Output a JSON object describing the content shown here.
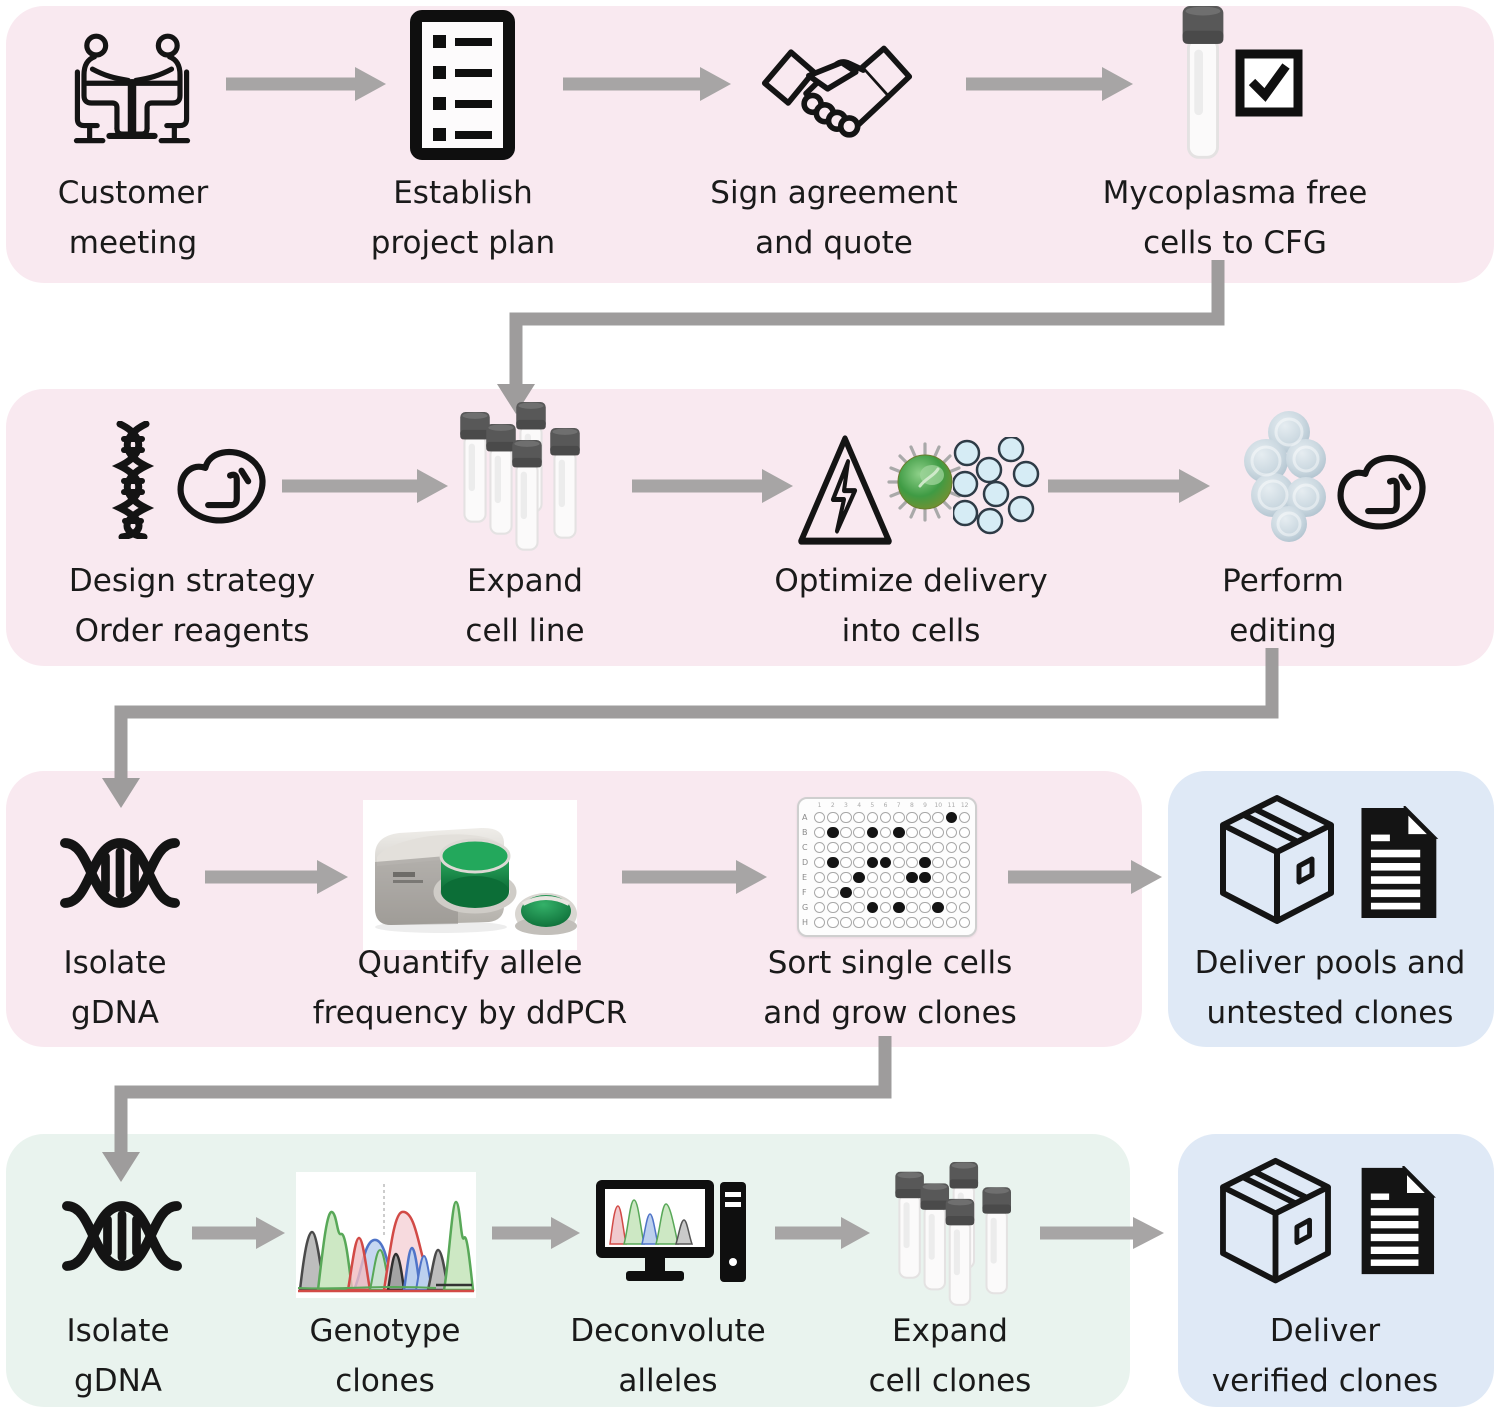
{
  "colors": {
    "panel_pink": "#f9e9f0",
    "panel_green": "#e9f3ee",
    "panel_blue": "#dfe9f6",
    "arrow_gray": "#a7a5a5",
    "elbow_gray": "#9e9c9c",
    "text": "#1a1a1a",
    "machine_green": "#18964e",
    "virus_green": "#4f9b3c",
    "lipid_blue": "#d6ecf5",
    "cell_gray_blue": "#c5d3dc"
  },
  "steps": {
    "customer_meeting": {
      "line1": "Customer",
      "line2": "meeting"
    },
    "establish_plan": {
      "line1": "Establish",
      "line2": "project plan"
    },
    "sign_agreement": {
      "line1": "Sign agreement",
      "line2": "and quote"
    },
    "mycoplasma": {
      "line1": "Mycoplasma free",
      "line2": "cells to CFG"
    },
    "design_strategy": {
      "line1": "Design strategy",
      "line2": "Order reagents"
    },
    "expand_cell_line": {
      "line1": "Expand",
      "line2": "cell line"
    },
    "optimize_delivery": {
      "line1": "Optimize delivery",
      "line2": "into cells"
    },
    "perform_editing": {
      "line1": "Perform",
      "line2": "editing"
    },
    "isolate_gdna_1": {
      "line1": "Isolate",
      "line2": "gDNA"
    },
    "quantify_allele": {
      "line1": "Quantify allele",
      "line2": "frequency by ddPCR"
    },
    "sort_single_cells": {
      "line1": "Sort single cells",
      "line2": "and grow clones"
    },
    "deliver_pools": {
      "line1": "Deliver pools and",
      "line2": "untested clones"
    },
    "isolate_gdna_2": {
      "line1": "Isolate",
      "line2": "gDNA"
    },
    "genotype_clones": {
      "line1": "Genotype",
      "line2": "clones"
    },
    "deconvolute_alleles": {
      "line1": "Deconvolute",
      "line2": "alleles"
    },
    "expand_cell_clones": {
      "line1": "Expand",
      "line2": "cell clones"
    },
    "deliver_verified": {
      "line1": "Deliver",
      "line2": "verified clones"
    }
  },
  "plate": {
    "row_labels": [
      "A",
      "B",
      "C",
      "D",
      "E",
      "F",
      "G",
      "H"
    ],
    "column_count": 12,
    "filled_wells": [
      "A11",
      "B2",
      "B5",
      "B7",
      "D2",
      "D5",
      "D6",
      "D9",
      "E4",
      "E8",
      "E9",
      "F3",
      "G5",
      "G7",
      "G10"
    ]
  },
  "icons": {
    "customer_meeting": "people-at-table-icon",
    "establish_plan": "checklist-document-icon",
    "sign_agreement": "handshake-icon",
    "mycoplasma": "sample-tube-and-checkbox-icon",
    "design_strategy": "dna-helix-and-plasmid-icon",
    "expand_cell_line": "cryovial-tubes-icon",
    "optimize_delivery": "electroporation-virus-lipid-icons",
    "perform_editing": "cell-cluster-and-plasmid-icon",
    "isolate_gdna": "dna-icon",
    "quantify_allele": "ddpcr-machine-photo",
    "sort_single_cells": "96-well-plate-icon",
    "deliver_pools": "shipping-box-and-report-icon",
    "genotype_clones": "sanger-chromatogram-image",
    "deconvolute_alleles": "computer-analysis-icon",
    "expand_cell_clones": "cryovial-tubes-icon",
    "deliver_verified": "shipping-box-and-report-icon"
  }
}
